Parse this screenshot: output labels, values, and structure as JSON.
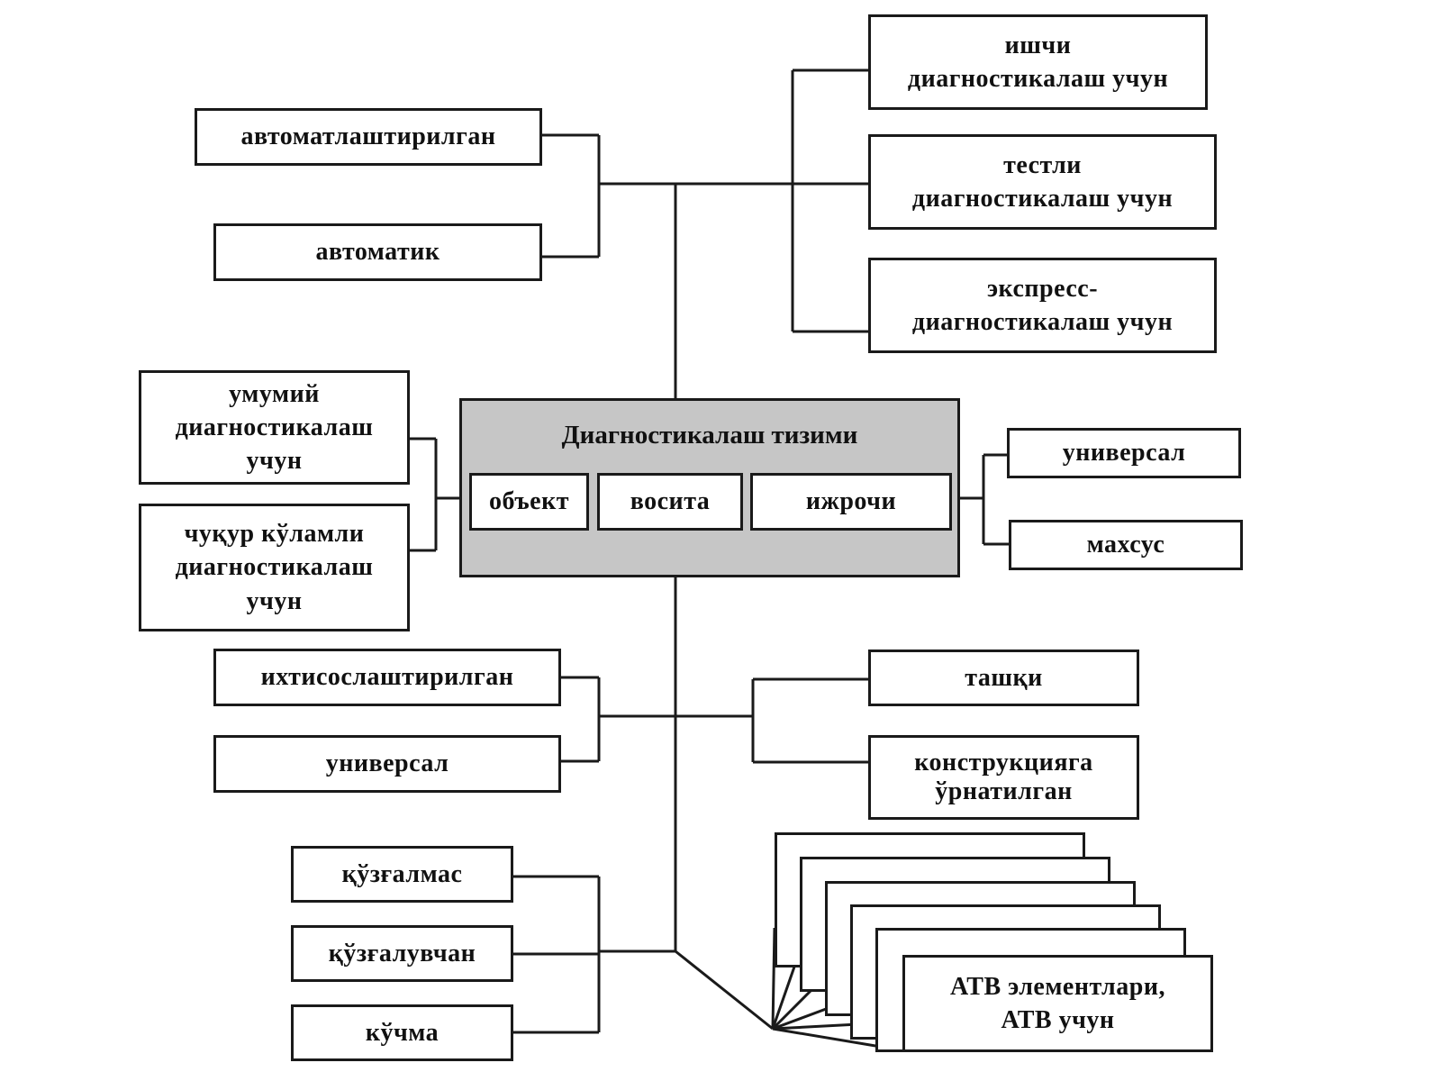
{
  "diagram": {
    "center": {
      "title": "Диагностикалаш тизими",
      "parts": [
        "объект",
        "восита",
        "ижрочи"
      ]
    },
    "top_left": {
      "items": [
        "автоматлаштирилган",
        "автоматик"
      ]
    },
    "top_right": {
      "items": [
        [
          "ишчи",
          "диагностикалаш учун"
        ],
        [
          "тестли",
          "диагностикалаш учун"
        ],
        [
          "экспресс-",
          "диагностикалаш учун"
        ]
      ]
    },
    "middle_left": {
      "items": [
        [
          "умумий",
          "диагностикалаш",
          "учун"
        ],
        [
          "чуқур кўламли",
          "диагностикалаш",
          "учун"
        ]
      ]
    },
    "middle_right": {
      "items": [
        "универсал",
        "махсус"
      ]
    },
    "lower_left": {
      "items": [
        "ихтисослаштирилган",
        "универсал"
      ]
    },
    "lower_right": {
      "items": [
        "ташқи",
        [
          "конструкцияга",
          "ўрнатилган"
        ]
      ]
    },
    "bottom_left": {
      "items": [
        "қўзғалмас",
        "қўзғалувчан",
        "кўчма"
      ]
    },
    "bottom_right": {
      "items": [
        [
          "АТВ элементлари,",
          "АТВ учун"
        ]
      ]
    }
  }
}
